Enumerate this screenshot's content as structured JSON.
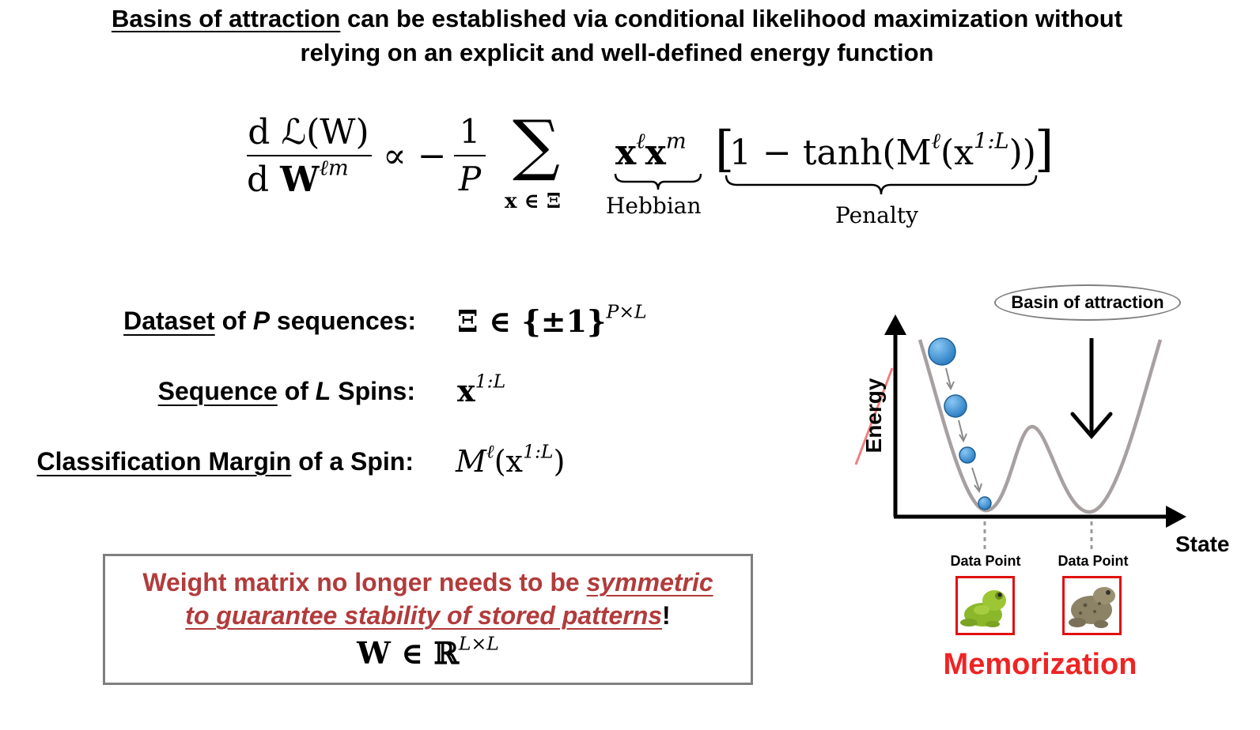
{
  "title": {
    "underlined": "Basins of attraction",
    "rest_line1": " can be established via conditional likelihood maximization without",
    "line2": "relying on an explicit and well-defined energy function"
  },
  "equation": {
    "num": "d ℒ(W)",
    "den_d": "d ",
    "den_W": "W",
    "den_sup": "ℓm",
    "propto": "∝ −",
    "one": "1",
    "P": "P",
    "sum": "∑",
    "sum_sub": "x ∈ Ξ",
    "hebb_term": "x",
    "hebb_sup1": "ℓ",
    "hebb_term2": "x",
    "hebb_sup2": "m",
    "hebb_label": "Hebbian",
    "penalty_term": "1 − tanh(M",
    "penalty_sup": "ℓ",
    "penalty_term2": "(x",
    "penalty_sup2": "1:L",
    "penalty_close": "))",
    "penalty_label": "Penalty"
  },
  "definitions": [
    {
      "u": "Dataset",
      "mid": " of ",
      "it": "P",
      "tail": " sequences:",
      "math_main": "Ξ ∈ {±1}",
      "math_sup": "P×L"
    },
    {
      "u": "Sequence",
      "mid": " of ",
      "it": "L",
      "tail": " Spins:",
      "math_main": "x",
      "math_sup": "1:L"
    },
    {
      "u": "Classification Margin",
      "mid": " of a Spin:",
      "it": "",
      "tail": "",
      "math_main": "M",
      "math_sup": "ℓ",
      "math_post": "(x",
      "math_sup2": "1:L",
      "math_close": ")"
    }
  ],
  "note": {
    "part1": "Weight matrix no longer needs to be ",
    "part2": "symmetric",
    "part3": "to guarantee stability of stored patterns",
    "part4": "!",
    "math": "W ∈ ℝ",
    "math_sup": "L×L"
  },
  "diagram": {
    "bubble": "Basin of attraction",
    "y_axis": "Energy",
    "x_axis": "State",
    "data_point_1": "Data Point",
    "data_point_2": "Data Point",
    "caption": "Memorization",
    "colors": {
      "curve": "#a8a0a0",
      "ball": "#3b8fd0",
      "frame": "#e01010",
      "caption": "#ef2424",
      "note": "#b23b3b"
    }
  }
}
